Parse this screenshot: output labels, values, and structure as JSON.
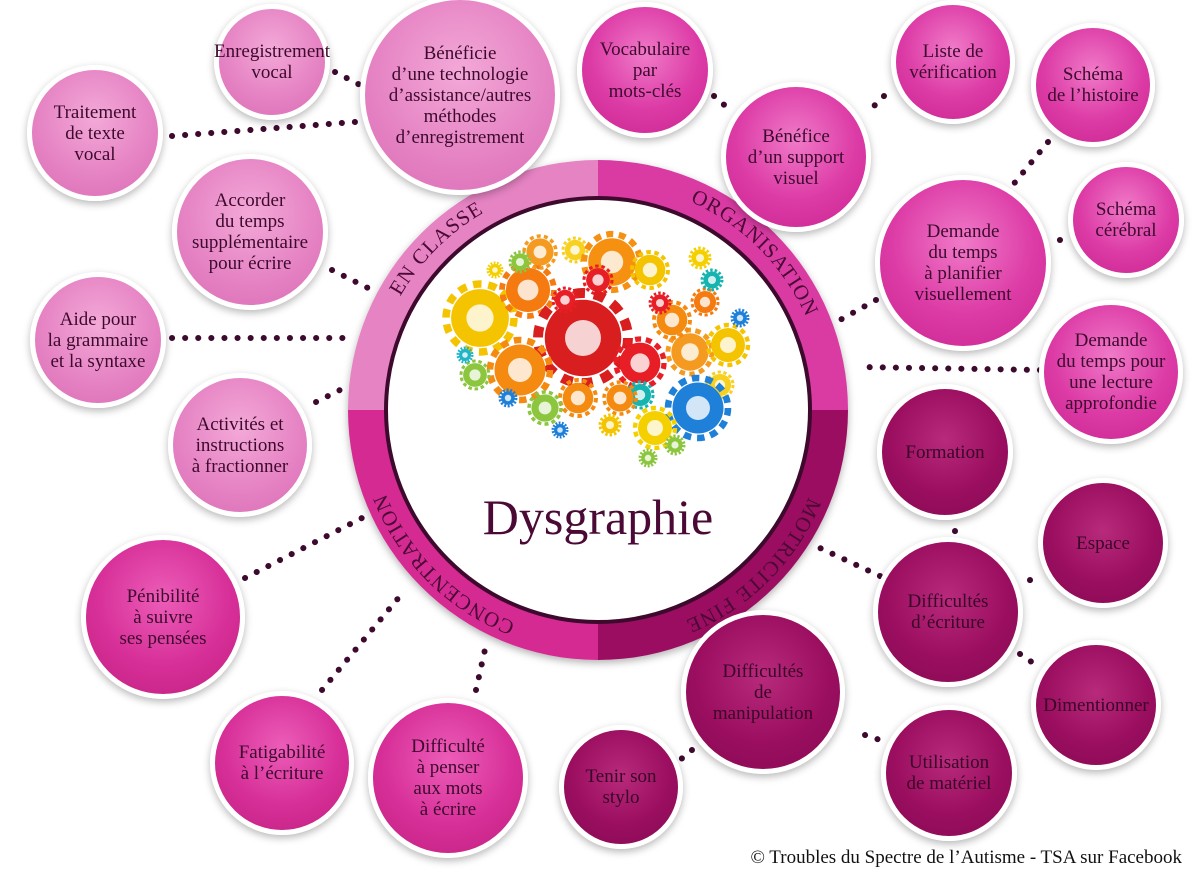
{
  "title": "Dysgraphie",
  "credit": "© Troubles du Spectre de l’Autisme - TSA sur Facebook",
  "ring": {
    "en_classe": "EN CLASSE",
    "organisation": "ORGANISATION",
    "motricite": "MOTRICITE FINE",
    "concentration": "CONCENTRATION"
  },
  "colors": {
    "en_classe": "#e683c3",
    "organisation": "#d93aa2",
    "concentration": "#d42a92",
    "motricite": "#9b1060",
    "text": "#4a0a35"
  },
  "en_classe": [
    "Enregistrement\nvocal",
    "Bénéficie\nd’une technologie\nd’assistance/autres\nméthodes\nd’enregistrement",
    "Traitement\nde texte\nvocal",
    "Accorder\ndu temps\nsupplémentaire\npour écrire",
    "Aide pour\nla grammaire\net la syntaxe",
    "Activités et\ninstructions\nà fractionner"
  ],
  "organisation": [
    "Vocabulaire\npar\nmots-clés",
    "Bénéfice\nd’un support\nvisuel",
    "Liste de\nvérification",
    "Schéma\nde l’histoire",
    "Demande\ndu temps\nà planifier\nvisuellement",
    "Schéma\ncérébral",
    "Demande\ndu temps pour\nune lecture\napprofondie"
  ],
  "concentration": [
    "Pénibilité\nà suivre\nses pensées",
    "Fatigabilité\nà l’écriture",
    "Difficulté\nà penser\naux mots\nà écrire"
  ],
  "motricite": [
    "Formation",
    "Espace",
    "Difficultés\nd’écriture",
    "Dimentionner",
    "Difficultés\nde\nmanipulation",
    "Utilisation\nde matériel",
    "Tenir son\nstylo"
  ]
}
